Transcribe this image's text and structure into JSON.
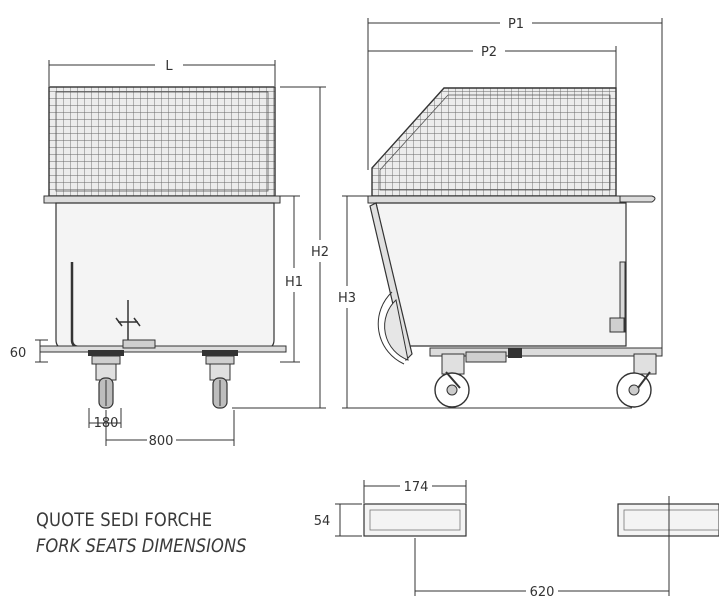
{
  "front_view": {
    "width_label": "L",
    "height_h1": "H1",
    "height_h2": "H2",
    "ground_clearance": "60",
    "wheel_offset": "180",
    "wheel_base": "800"
  },
  "side_view": {
    "depth_p1": "P1",
    "depth_p2": "P2",
    "height_h3": "H3"
  },
  "fork_seats": {
    "title_it": "QUOTE SEDI FORCHE",
    "title_en": "FORK SEATS DIMENSIONS",
    "seat_width": "174",
    "seat_height": "54",
    "seat_distance": "620"
  },
  "colors": {
    "line": "#333333",
    "mesh": "#555555"
  }
}
